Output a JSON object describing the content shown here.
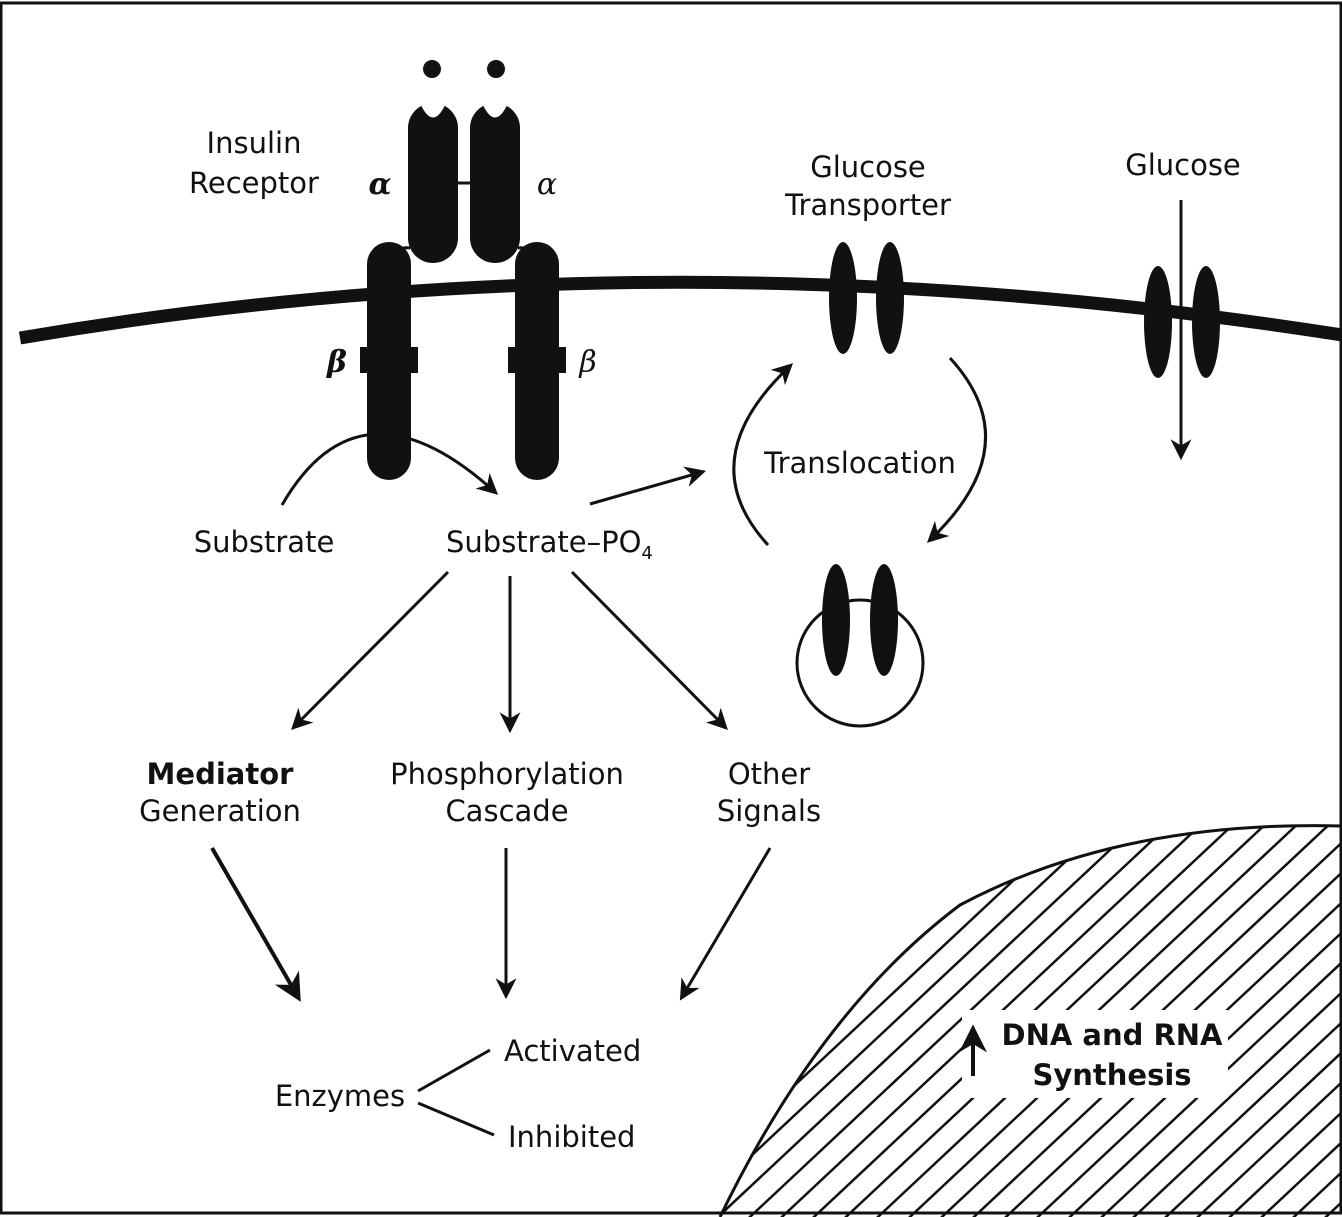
{
  "colors": {
    "ink": "#111111",
    "paper": "#ffffff"
  },
  "receptor": {
    "label_line1": "Insulin",
    "label_line2": "Receptor",
    "alpha_left": "α",
    "alpha_right": "α",
    "beta_left": "β",
    "beta_right": "β"
  },
  "transporter": {
    "label_line1": "Glucose",
    "label_line2": "Transporter",
    "translocation": "Translocation"
  },
  "glucose": {
    "label": "Glucose"
  },
  "substrate": {
    "substrate": "Substrate",
    "phospho": "Substrate–PO",
    "phospho_sub": "4"
  },
  "signals": {
    "mediator_line1": "Mediator",
    "mediator_line2": "Generation",
    "cascade_line1": "Phosphorylation",
    "cascade_line2": "Cascade",
    "other_line1": "Other",
    "other_line2": "Signals"
  },
  "enzymes": {
    "label": "Enzymes",
    "activated": "Activated",
    "inhibited": "Inhibited"
  },
  "nucleus": {
    "line1": "DNA and RNA",
    "line2": "Synthesis"
  }
}
